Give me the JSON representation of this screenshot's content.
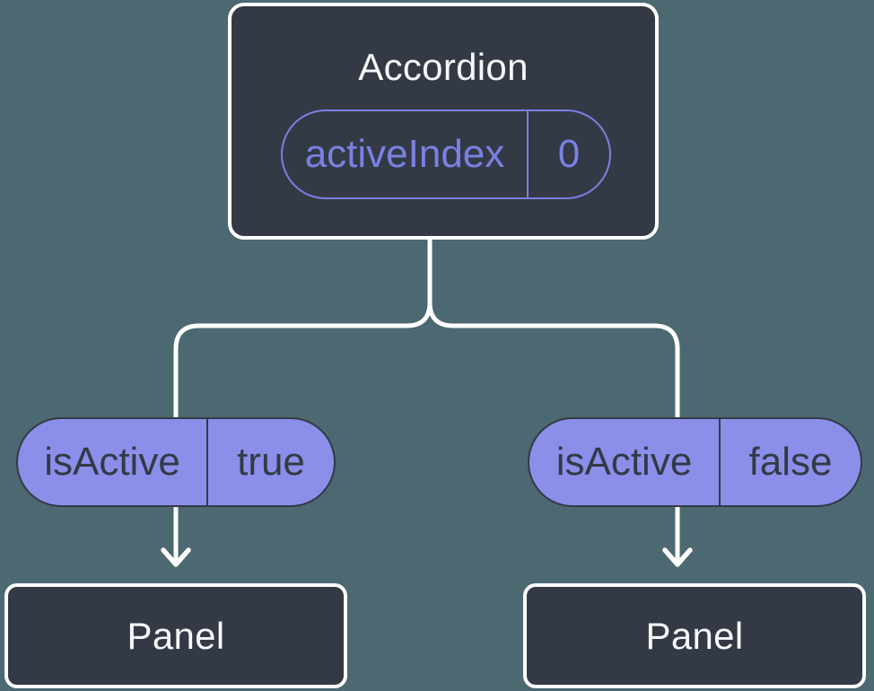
{
  "root": {
    "title": "Accordion",
    "state_name": "activeIndex",
    "state_value": "0"
  },
  "left_child": {
    "prop_name": "isActive",
    "prop_value": "true",
    "label": "Panel"
  },
  "right_child": {
    "prop_name": "isActive",
    "prop_value": "false",
    "label": "Panel"
  },
  "colors": {
    "background": "#4C6871",
    "node-fill": "#333A45",
    "node-border": "#FFFFFF",
    "node-text": "#F6F7F9",
    "pill-fill": "#8B8FEA",
    "pill-outline": "#7B80E3",
    "pill-dark-text": "#333A45",
    "wire": "#FFFFFF"
  }
}
